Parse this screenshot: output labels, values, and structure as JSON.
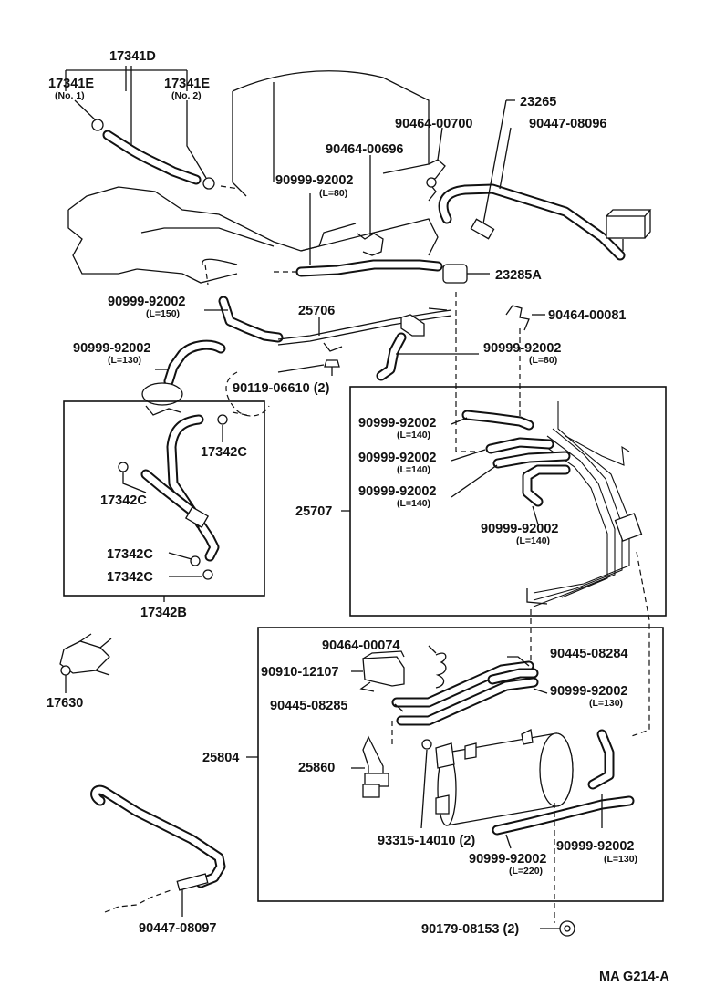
{
  "diagram": {
    "code": "MA  G214-A"
  },
  "labels": {
    "p17341D": "17341D",
    "p17341E_1": "17341E",
    "p17341E_1_sub": "(No. 1)",
    "p17341E_2": "17341E",
    "p17341E_2_sub": "(No. 2)",
    "p23265": "23265",
    "p90464_00700": "90464-00700",
    "p90447_08096": "90447-08096",
    "p90464_00696": "90464-00696",
    "p90999_92002_a": "90999-92002",
    "p90999_92002_a_sub": "(L=80)",
    "p23285A": "23285A",
    "p90999_92002_b": "90999-92002",
    "p90999_92002_b_sub": "(L=150)",
    "p25706": "25706",
    "p90464_00081": "90464-00081",
    "p90999_92002_c": "90999-92002",
    "p90999_92002_c_sub": "(L=130)",
    "p90999_92002_d": "90999-92002",
    "p90999_92002_d_sub": "(L=80)",
    "p90119_06610": "90119-06610 (2)",
    "p17342C_a": "17342C",
    "p17342C_b": "17342C",
    "p17342C_c": "17342C",
    "p17342C_d": "17342C",
    "p17342B": "17342B",
    "p17630": "17630",
    "p90999_92002_e": "90999-92002",
    "p90999_92002_e_sub": "(L=140)",
    "p90999_92002_f": "90999-92002",
    "p90999_92002_f_sub": "(L=140)",
    "p90999_92002_g": "90999-92002",
    "p90999_92002_g_sub": "(L=140)",
    "p90999_92002_h": "90999-92002",
    "p90999_92002_h_sub": "(L=140)",
    "p25707": "25707",
    "p90464_00074": "90464-00074",
    "p90445_08284": "90445-08284",
    "p90910_12107": "90910-12107",
    "p90999_92002_i": "90999-92002",
    "p90999_92002_i_sub": "(L=130)",
    "p90445_08285": "90445-08285",
    "p25804": "25804",
    "p25860": "25860",
    "p93315_14010": "93315-14010 (2)",
    "p90999_92002_j": "90999-92002",
    "p90999_92002_j_sub": "(L=220)",
    "p90999_92002_k": "90999-92002",
    "p90999_92002_k_sub": "(L=130)",
    "p90447_08097": "90447-08097",
    "p90179_08153": "90179-08153 (2)"
  }
}
